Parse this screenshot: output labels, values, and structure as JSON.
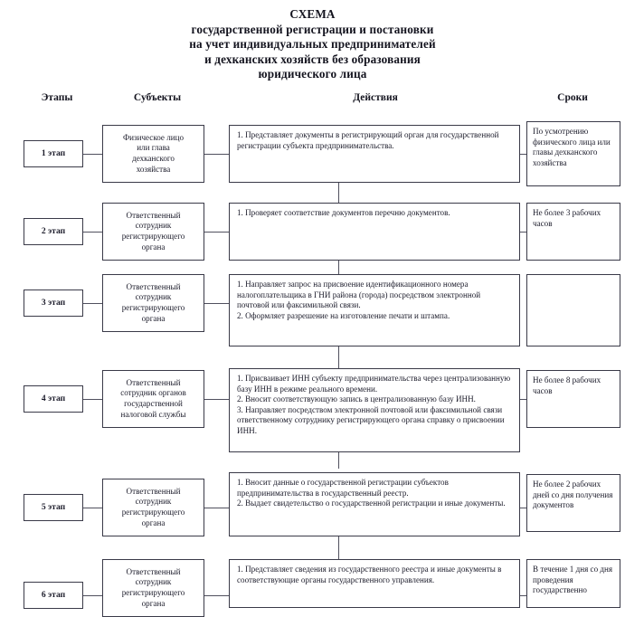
{
  "document": {
    "title_lines": [
      "СХЕМА",
      "государственной регистрации и постановки",
      "на учет индивидуальных предпринимателей",
      "и дехканских хозяйств без образования",
      "юридического лица"
    ]
  },
  "columns": {
    "stages": "Этапы",
    "subjects": "Субъекты",
    "actions": "Действия",
    "terms": "Сроки"
  },
  "rows": [
    {
      "stage": "1 этап",
      "subject": "Физическое лицо\nили глава\nдехканского\nхозяйства",
      "action": "1. Представляет документы в регистрирующий орган для государственной регистрации субъекта предпринимательства.",
      "term": "По усмотрению физического лица или главы дехканского хозяйства"
    },
    {
      "stage": "2 этап",
      "subject": "Ответственный\nсотрудник\nрегистрирующего\nоргана",
      "action": "1. Проверяет соответствие документов перечню документов.",
      "term": "Не более 3 рабочих часов"
    },
    {
      "stage": "3 этап",
      "subject": "Ответственный\nсотрудник\nрегистрирующего\nоргана",
      "action": "1. Направляет запрос на присвоение идентификационного номера налогоплательщика в ГНИ района (города) посредством электронной почтовой или факсимильной связи.\n2. Оформляет разрешение на изготовление печати и штампа.",
      "term": ""
    },
    {
      "stage": "4 этап",
      "subject": "Ответственный\nсотрудник органов\nгосударственной\nналоговой службы",
      "action": "1. Присваивает ИНН субъекту предпринимательства через централизованную базу ИНН в режиме реального времени.\n2. Вносит соответствующую запись в централизованную базу ИНН.\n3. Направляет посредством электронной почтовой или факсимильной связи ответственному сотруднику регистрирующего органа справку о присвоении ИНН.",
      "term": "Не более 8 рабочих часов"
    },
    {
      "stage": "5 этап",
      "subject": "Ответственный\nсотрудник\nрегистрирующего\nоргана",
      "action": "1. Вносит данные о государственной регистрации субъектов предпринимательства в государственный реестр.\n2. Выдает свидетельство о государственной регистрации и иные документы.",
      "term": "Не более 2 рабочих дней со дня получения документов"
    },
    {
      "stage": "6 этап",
      "subject": "Ответственный\nсотрудник\nрегистрирующего\nоргана",
      "action": "1. Представляет сведения из государственного реестра и иные документы в соответствующие органы государственного управления.",
      "term": "В течение 1 дня со дня проведения государственно"
    }
  ],
  "colors": {
    "border": "#3a3a48",
    "connector": "#50505e",
    "text": "#1b1b2a",
    "background": "#ffffff"
  }
}
